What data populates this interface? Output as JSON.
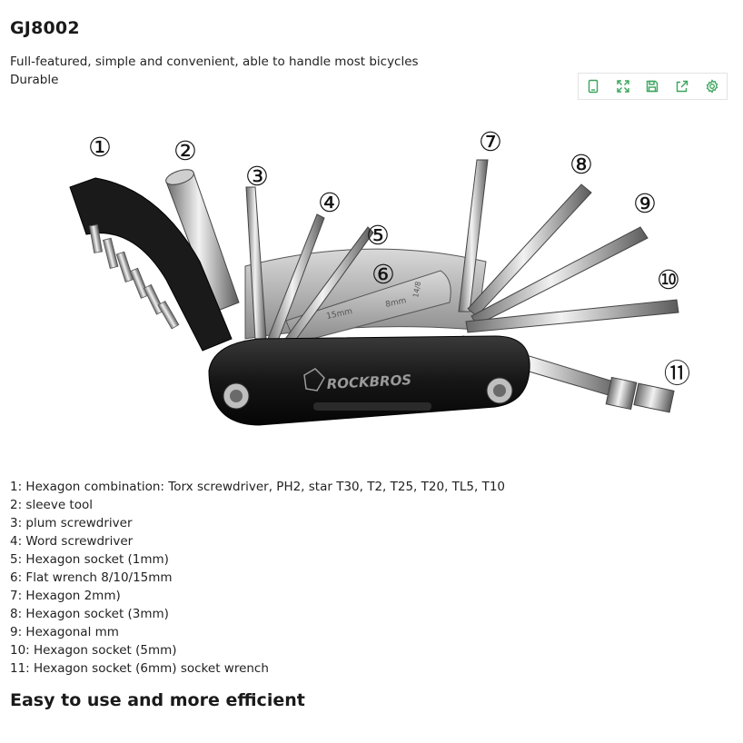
{
  "product": {
    "title": "GJ8002",
    "description": [
      "Full-featured, simple and convenient, able to handle most bicycles",
      "Durable"
    ]
  },
  "toolbar": {
    "buttons": [
      {
        "name": "tablet-icon"
      },
      {
        "name": "fullscreen-icon"
      },
      {
        "name": "save-icon"
      },
      {
        "name": "share-icon"
      },
      {
        "name": "settings-icon"
      }
    ],
    "accent_color": "#3aa55c"
  },
  "illustration": {
    "callouts": [
      "①",
      "②",
      "③",
      "④",
      "⑤",
      "⑥",
      "⑦",
      "⑧",
      "⑨",
      "⑩",
      "⑪"
    ],
    "brand": "ROCKBROS",
    "wrench_marks": [
      "15mm",
      "8mm",
      "14/8"
    ]
  },
  "features": [
    "1: Hexagon combination: Torx screwdriver, PH2, star T30, T2, T25, T20, TL5, T10",
    "2: sleeve tool",
    "3: plum screwdriver",
    "4: Word screwdriver",
    "5: Hexagon socket (1mm)",
    "6: Flat wrench 8/10/15mm",
    "7: Hexagon 2mm)",
    "8: Hexagon socket (3mm)",
    "9: Hexagonal mm",
    "10: Hexagon socket (5mm)",
    "11: Hexagon socket (6mm) socket wrench"
  ],
  "tagline": "Easy to use and more efficient"
}
